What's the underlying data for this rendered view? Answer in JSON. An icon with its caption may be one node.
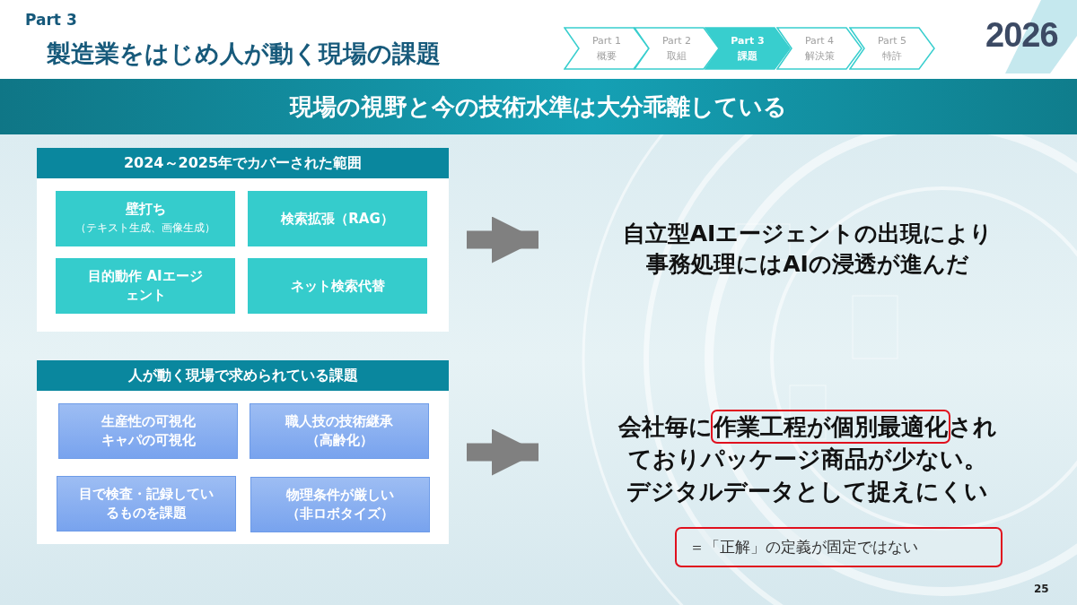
{
  "diagram": {
    "title": "製造業をはじめ人が動く現場の課題",
    "nodes": [
      {
        "text": [
          "Part 1",
          "概要"
        ]
      },
      {
        "text": [
          "Part 2",
          "取組"
        ]
      },
      {
        "text": [
          "Part 3",
          "課題"
        ]
      },
      {
        "text": [
          "Part 4",
          "解決策"
        ]
      },
      {
        "text": [
          "Part 5",
          "特許"
        ]
      },
      {
        "text": [
          "現場の視野と今の技術水準は大分乖離している"
        ]
      },
      {
        "text": [
          "2024～2025年でカバーされた範囲"
        ]
      },
      {
        "text": [
          "壁打ち",
          "（テキスト生成、画像生成）"
        ],
        "in": 6
      },
      {
        "text": [
          "検索拡張（RAG）"
        ],
        "in": 6
      },
      {
        "text": [
          "目的動作 AIエージェント"
        ],
        "in": 6
      },
      {
        "text": [
          "ネット検索代替"
        ],
        "in": 6
      },
      {
        "text": [
          "自立型AIエージェントの出現により事務処理にはAIの浸透が進んだ"
        ]
      },
      {
        "text": [
          "人が動く現場で求められている課題"
        ]
      },
      {
        "text": [
          "生産性の可視化キャパの可視化"
        ],
        "in": 12
      },
      {
        "text": [
          "職人技の技術継承（高齢化）"
        ],
        "in": 12
      },
      {
        "text": [
          "目で検査・記録しているものを課題"
        ],
        "in": 12
      },
      {
        "text": [
          "物理条件が厳しい（非ロボタイズ）"
        ],
        "in": 12
      },
      {
        "text": [
          "会社毎に**作業工程が個別最適化**されておりパッケージ商品が少ない。デジタルデータとして捉えにくい"
        ]
      },
      {
        "text": [
          "＝「正解」の定義が固定ではない"
        ]
      }
    ],
    "edges": [
      {
        "from": 6,
        "to": 11,
        "arrow": "to"
      },
      {
        "from": 12,
        "to": 17,
        "arrow": "to"
      }
    ],
    "labels": [
      "Part 3",
      "2026",
      "25"
    ]
  }
}
